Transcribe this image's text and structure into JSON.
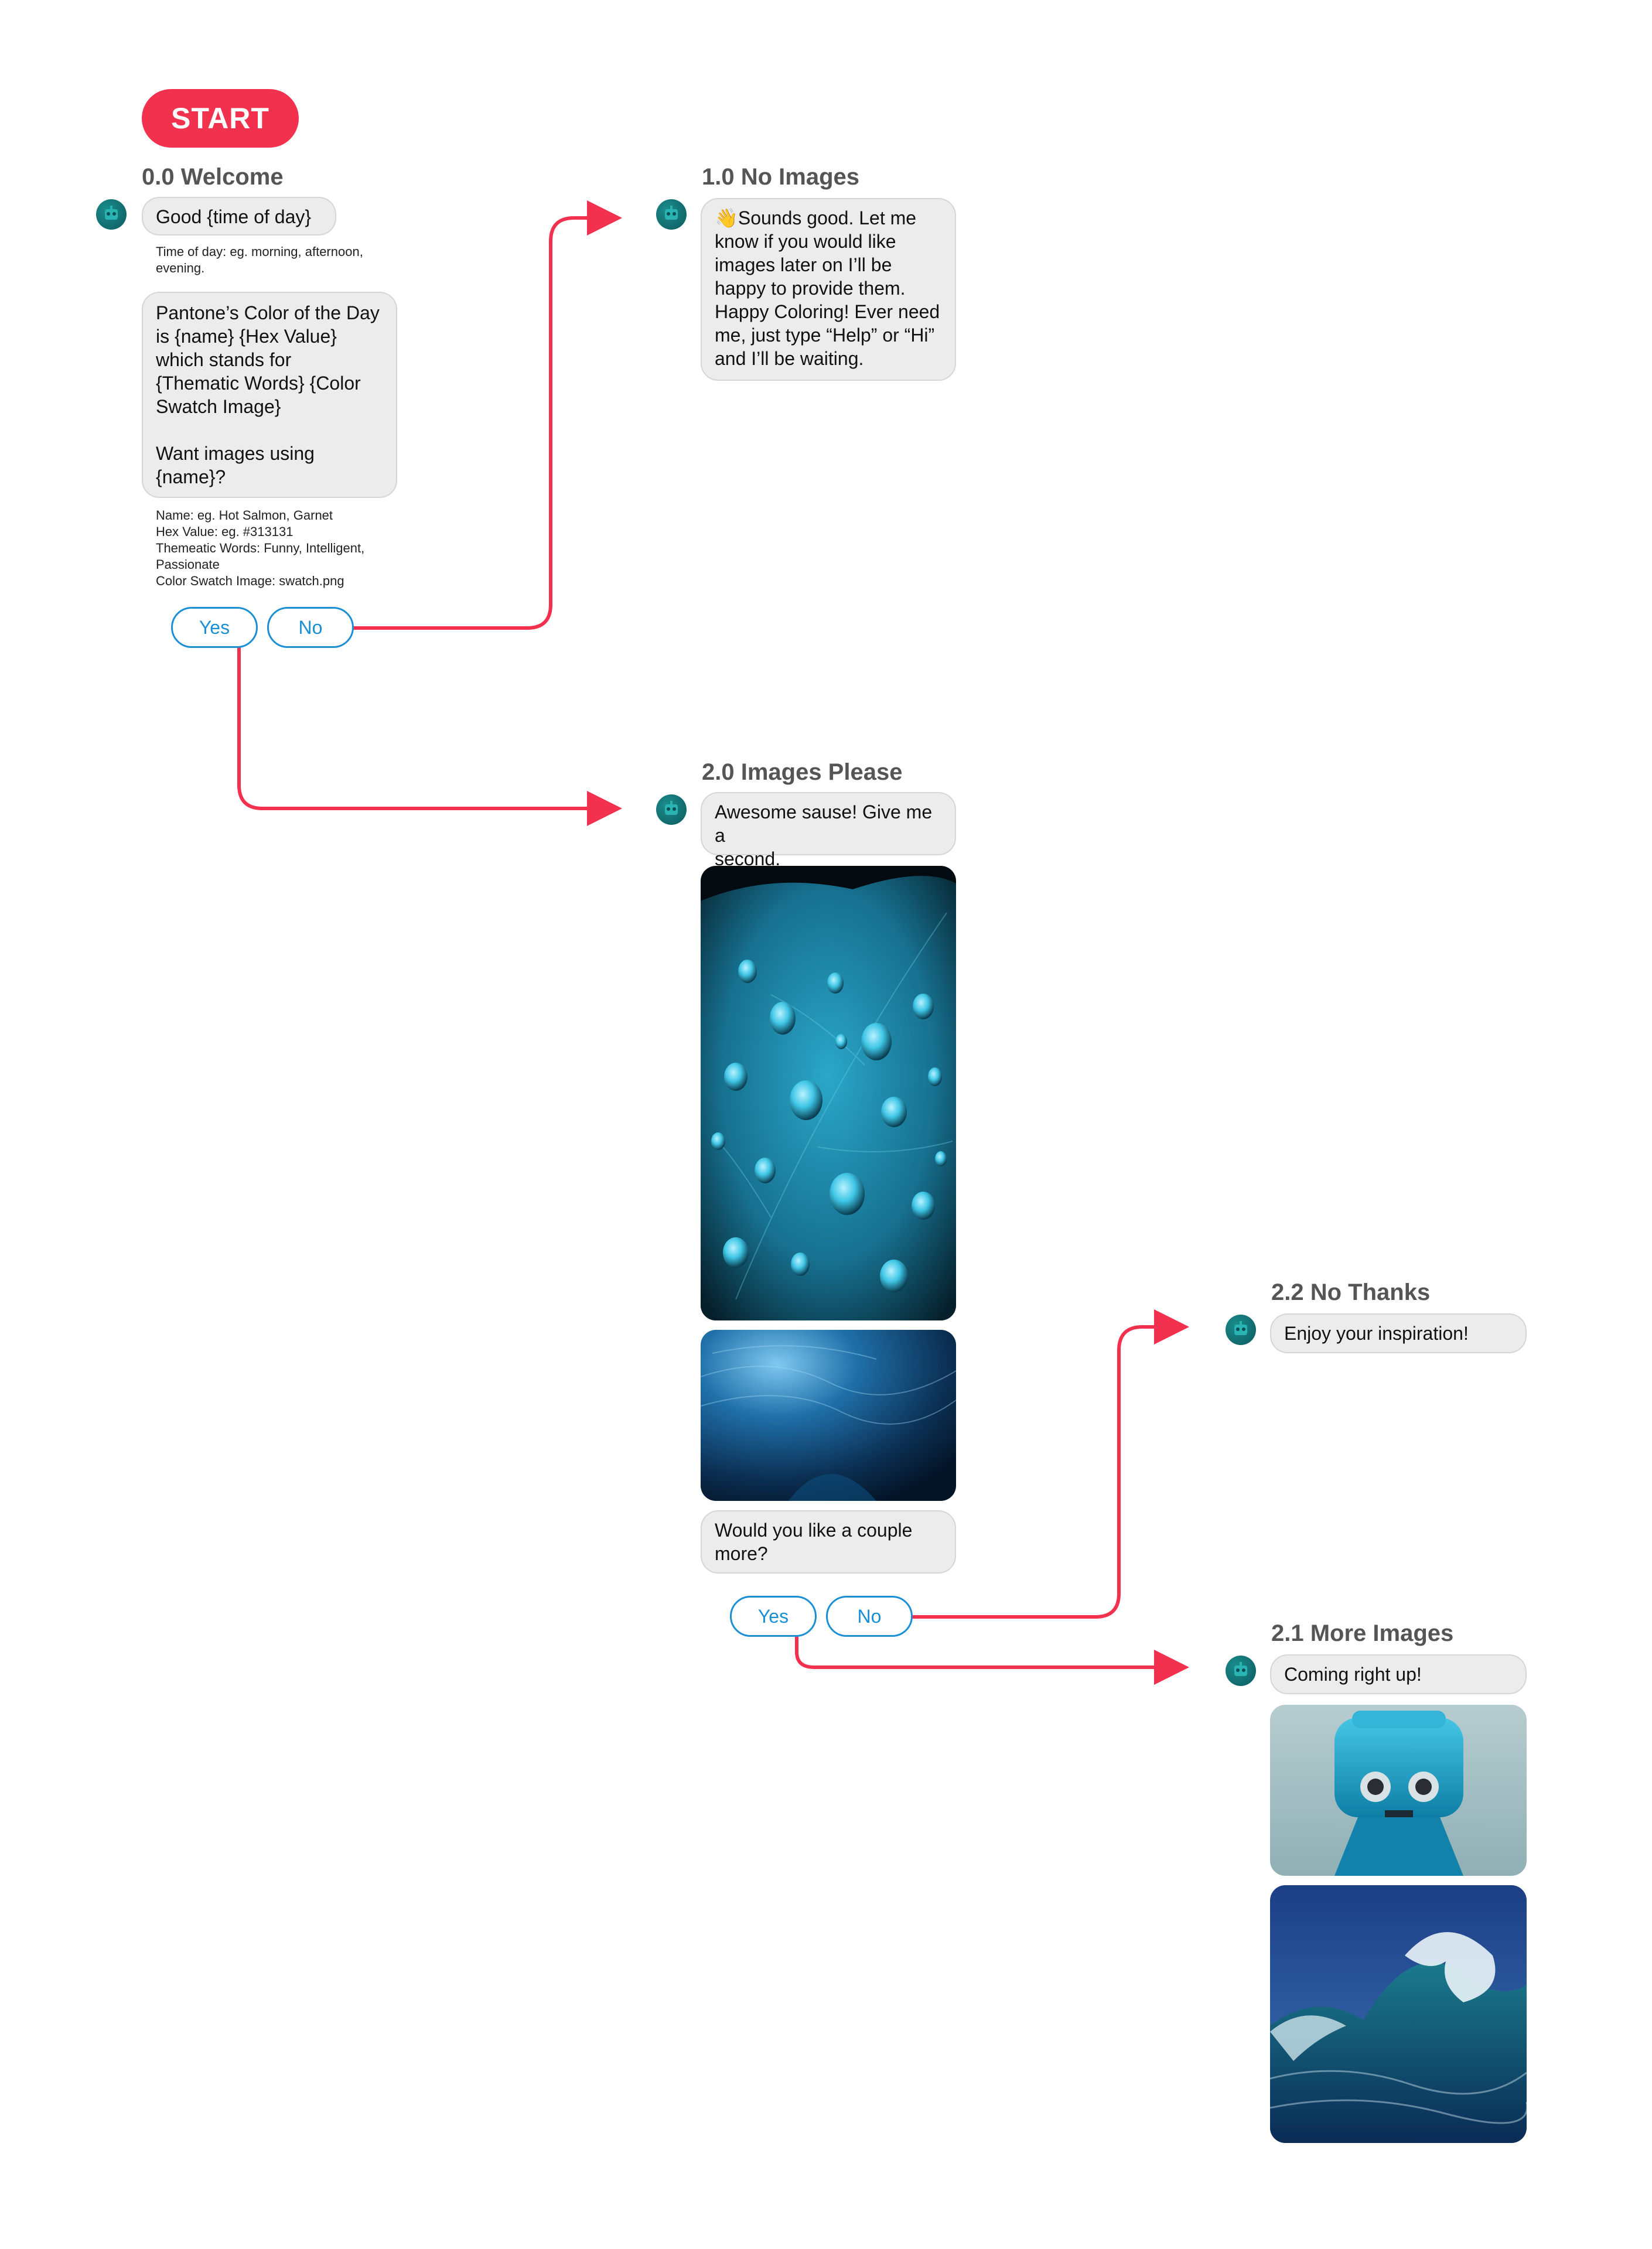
{
  "accent_color": "#f2314f",
  "reply_color": "#1a8fd6",
  "start": {
    "label": "START"
  },
  "welcome": {
    "heading": "0.0 Welcome",
    "greeting": "Good {time of day}",
    "greeting_note": "Time of day: eg. morning, afternoon,\nevening.",
    "message": "Pantone’s Color of the Day\nis {name} {Hex Value}\nwhich stands for\n{Thematic Words} {Color\nSwatch Image}\n\nWant images using\n{name}?",
    "message_note": "Name: eg. Hot Salmon, Garnet\nHex Value: eg. #313131\nThemeatic Words: Funny, Intelligent,\nPassionate\nColor Swatch Image: swatch.png",
    "yes": "Yes",
    "no": "No"
  },
  "no_images": {
    "heading": "1.0 No Images",
    "message": "👋Sounds good. Let me\nknow if you would like\nimages later on I’ll be\nhappy to provide them.\nHappy Coloring! Ever need\nme, just type “Help” or “Hi”\nand I’ll be waiting."
  },
  "images_please": {
    "heading": "2.0 Images Please",
    "message": "Awesome sause! Give me a\nsecond.",
    "followup": "Would you like a couple\nmore?",
    "yes": "Yes",
    "no": "No"
  },
  "no_thanks": {
    "heading": "2.2 No Thanks",
    "message": "Enjoy your inspiration!"
  },
  "more_images": {
    "heading": "2.1 More Images",
    "message": "Coming right up!"
  },
  "icons": {
    "avatar": "robot-icon"
  }
}
